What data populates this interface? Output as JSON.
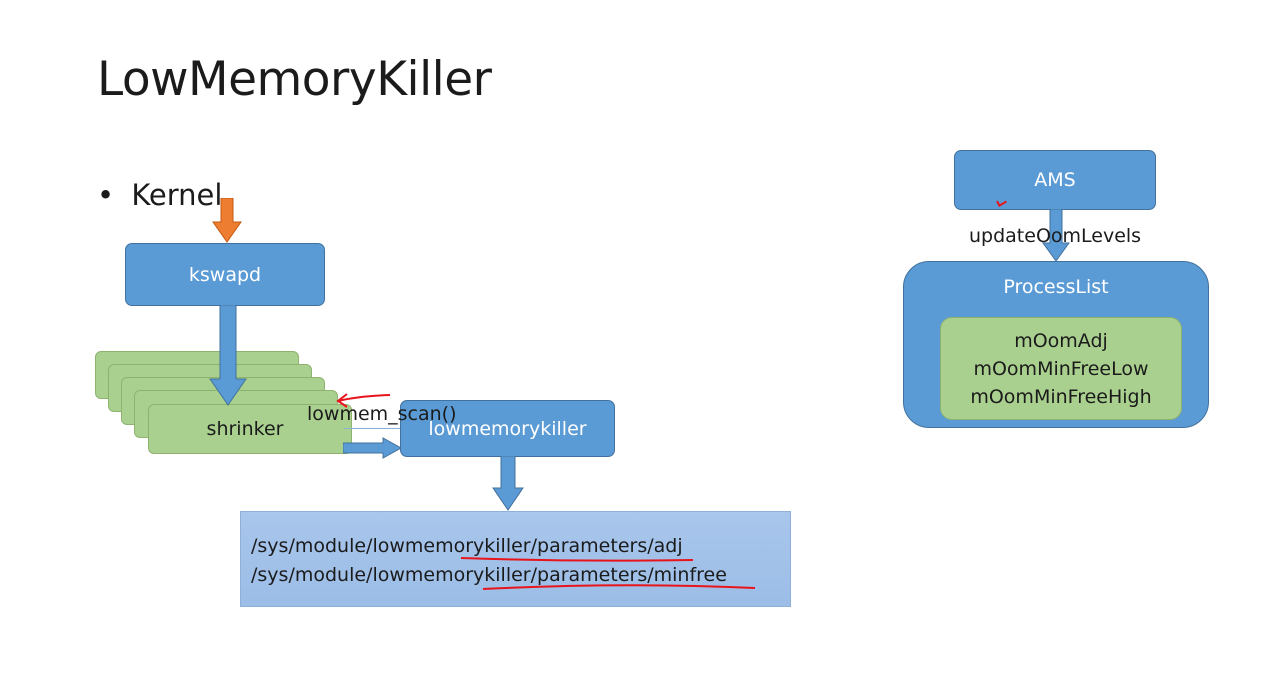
{
  "title": "LowMemoryKiller",
  "bullet": {
    "symbol": "•",
    "text": "Kernel"
  },
  "kernel": {
    "kswapd": "kswapd",
    "shrinker": "shrinker",
    "scan_label": "lowmem_scan()",
    "lmk": "lowmemorykiller",
    "paths": [
      "/sys/module/lowmemorykiller/parameters/adj",
      "/sys/module/lowmemorykiller/parameters/minfree"
    ]
  },
  "framework": {
    "ams": "AMS",
    "update_label": "updateOomLevels",
    "process_list": "ProcessList",
    "fields": [
      "mOomAdj",
      "mOomMinFreeLow",
      "mOomMinFreeHigh"
    ]
  },
  "colors": {
    "box_blue": "#5b9bd5",
    "card_green": "#a9d08e",
    "arrow_orange": "#ed7d31",
    "annotation_red": "#e8141b",
    "path_panel": "#a9c6ec"
  }
}
